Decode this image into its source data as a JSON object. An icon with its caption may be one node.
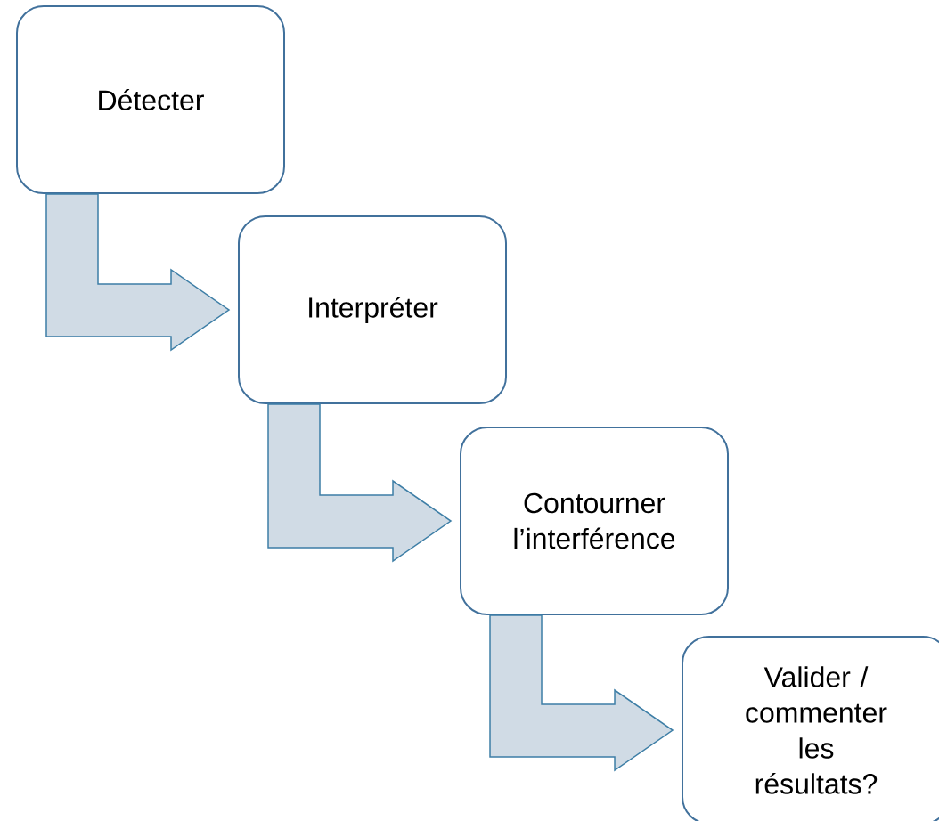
{
  "diagram": {
    "nodes": [
      {
        "text": [
          "Détecter"
        ]
      },
      {
        "text": [
          "Interpréter"
        ]
      },
      {
        "text": [
          "Contourner l’interférence"
        ]
      },
      {
        "text": [
          "Valider / commenter les résultats?"
        ]
      }
    ],
    "edges": [
      {
        "from": 0,
        "to": 1,
        "arrow": "to"
      },
      {
        "from": 1,
        "to": 2,
        "arrow": "to"
      },
      {
        "from": 2,
        "to": 3,
        "arrow": "to"
      }
    ]
  }
}
